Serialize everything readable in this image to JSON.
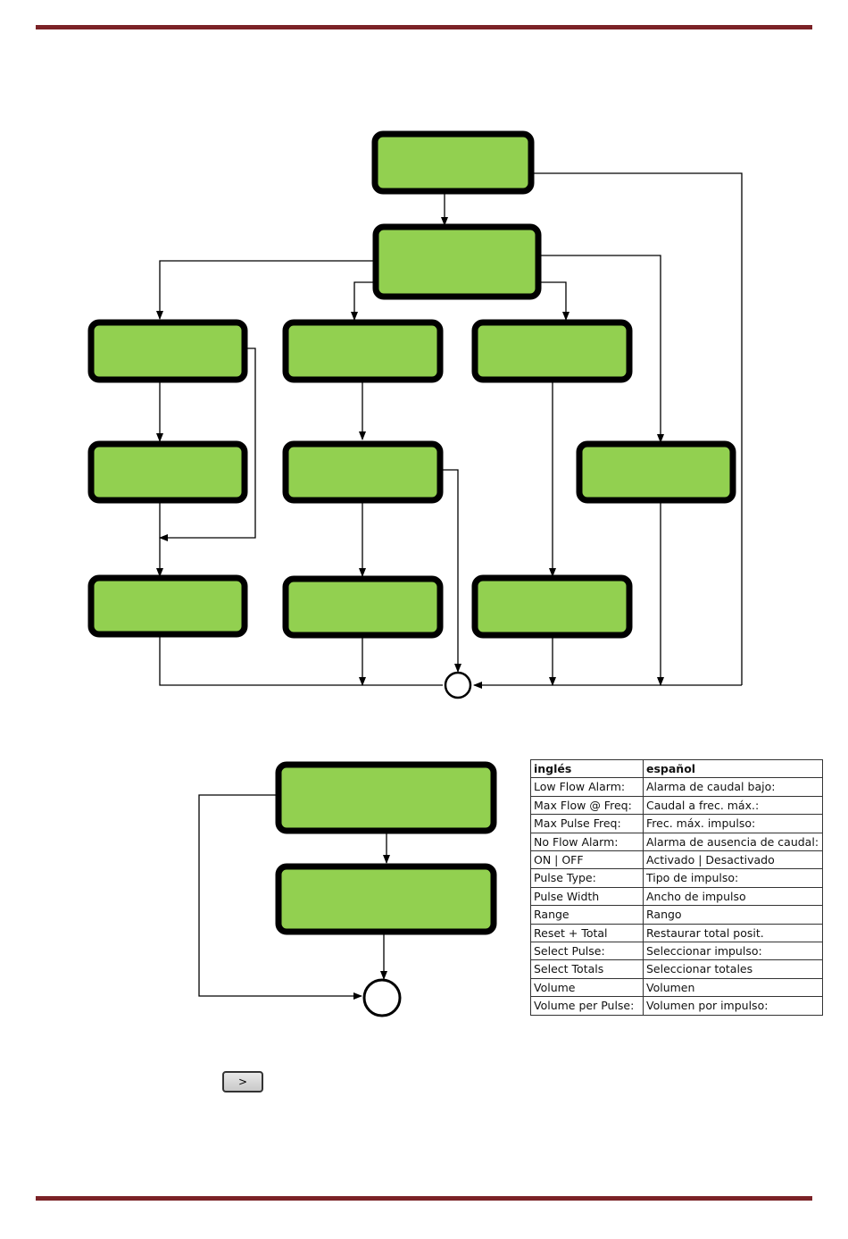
{
  "colors": {
    "box_fill": "#92d050",
    "box_border": "#000000",
    "rule": "#7b2226"
  },
  "glossary": {
    "header": {
      "en": "inglés",
      "es": "español"
    },
    "rows": [
      {
        "en": "Low Flow Alarm:",
        "es": "Alarma de caudal bajo:"
      },
      {
        "en": "Max Flow @ Freq:",
        "es": "Caudal a frec. máx.:"
      },
      {
        "en": "Max Pulse Freq:",
        "es": "Frec. máx. impulso:"
      },
      {
        "en": "No Flow Alarm:",
        "es": "Alarma de ausencia de caudal:"
      },
      {
        "en": "ON | OFF",
        "es": "Activado | Desactivado"
      },
      {
        "en": "Pulse Type:",
        "es": "Tipo de impulso:"
      },
      {
        "en": "Pulse Width",
        "es": "Ancho de impulso"
      },
      {
        "en": "Range",
        "es": "Rango"
      },
      {
        "en": "Reset + Total",
        "es": "Restaurar total posit."
      },
      {
        "en": "Select Pulse:",
        "es": "Seleccionar impulso:"
      },
      {
        "en": "Select Totals",
        "es": "Seleccionar totales"
      },
      {
        "en": "Volume",
        "es": "Volumen"
      },
      {
        "en": "Volume per Pulse:",
        "es": "Volumen por impulso:"
      }
    ]
  },
  "key": {
    "label": ">",
    "icon": "right-arrow-key-icon"
  }
}
